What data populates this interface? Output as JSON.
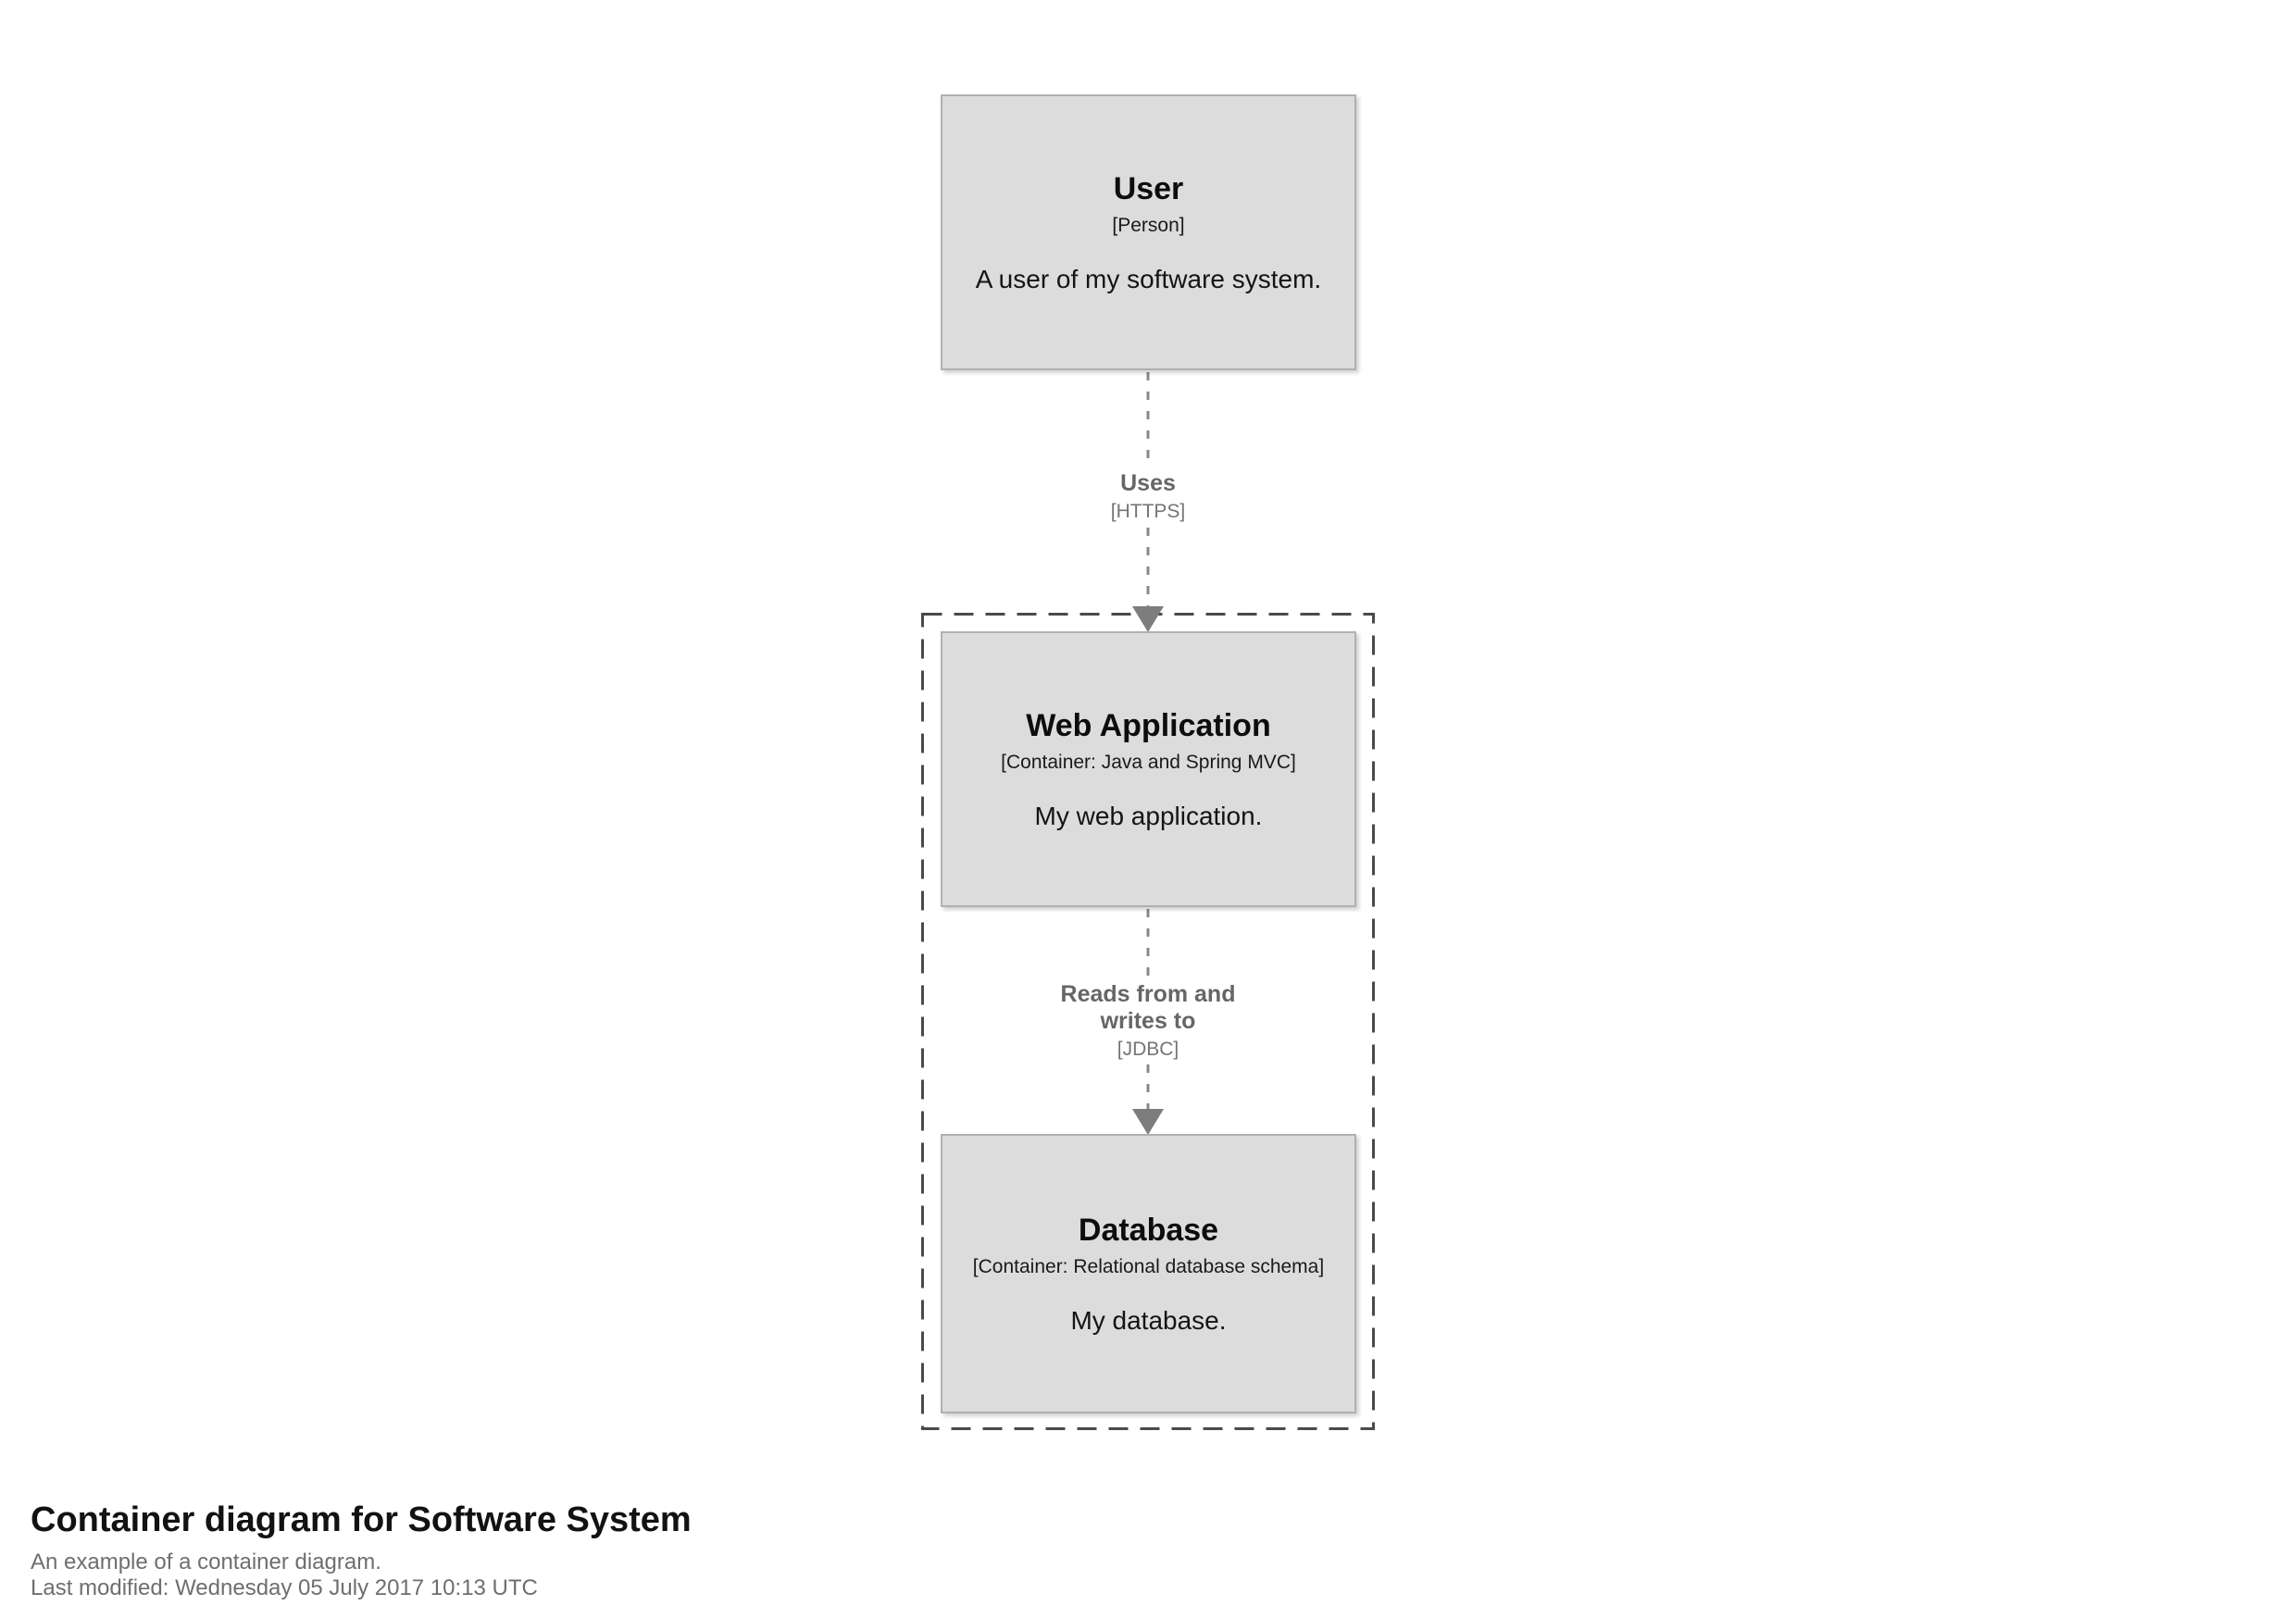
{
  "diagram": {
    "nodes": [
      {
        "name": "User",
        "meta": "[Person]",
        "description": "A user of my software system."
      },
      {
        "name": "Web Application",
        "meta": "[Container: Java and Spring MVC]",
        "description": "My web application."
      },
      {
        "name": "Database",
        "meta": "[Container: Relational database schema]",
        "description": "My database."
      }
    ],
    "relationships": [
      {
        "name": "Uses",
        "technology": "[HTTPS]"
      },
      {
        "name": "Reads from and writes to",
        "technology": "[JDBC]"
      }
    ],
    "colors": {
      "node_fill": "#dcdcdc",
      "node_border": "#b0b0b0",
      "node_text": "#141414",
      "relationship_text": "#666666",
      "relationship_line": "#898989",
      "arrowhead": "#7d7d7d",
      "boundary_border": "#4a4a4a",
      "background": "#ffffff"
    }
  },
  "footer": {
    "title": "Container diagram for Software System",
    "subtitle": "An example of a container diagram.",
    "last_modified": "Last modified: Wednesday 05 July 2017 10:13 UTC"
  }
}
